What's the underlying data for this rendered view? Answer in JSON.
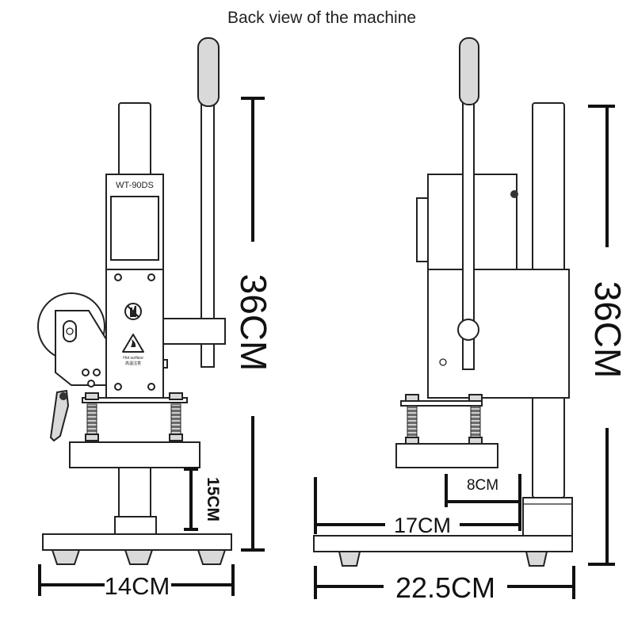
{
  "caption": "Back view of the machine",
  "model_label": "WT-90DS",
  "hot_surface_label": "Hot surface",
  "hot_surface_subtext": "高温注意",
  "dimensions": {
    "left_height": "36CM",
    "left_width": "14CM",
    "left_clearance": "15CM",
    "right_height": "36CM",
    "right_depth_inner": "8CM",
    "right_depth_mid": "17CM",
    "right_depth_total": "22.5CM"
  }
}
